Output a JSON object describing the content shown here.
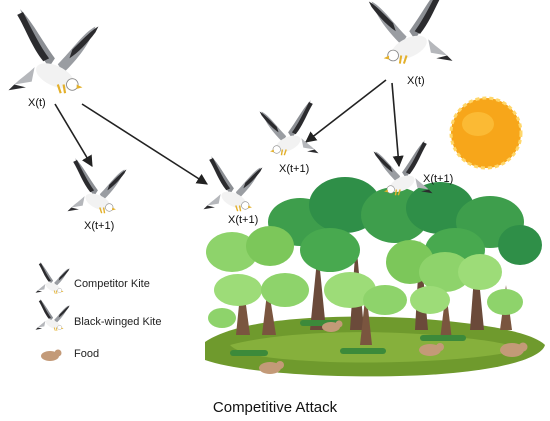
{
  "caption": "Competitive Attack",
  "kites": {
    "left_parent": "X(t)",
    "left_child_1": "X(t+1)",
    "left_child_2": "X(t+1)",
    "right_parent": "X(t)",
    "right_child_1": "X(t+1)",
    "right_child_2": "X(t+1)"
  },
  "legend": {
    "competitor": "Competitor Kite",
    "black_winged": "Black-winged Kite",
    "food": "Food"
  },
  "colors": {
    "arrow": "#222222",
    "sun": "#f7a61a",
    "foliage": "#5fbf4a",
    "ground": "#6f9a2d"
  }
}
